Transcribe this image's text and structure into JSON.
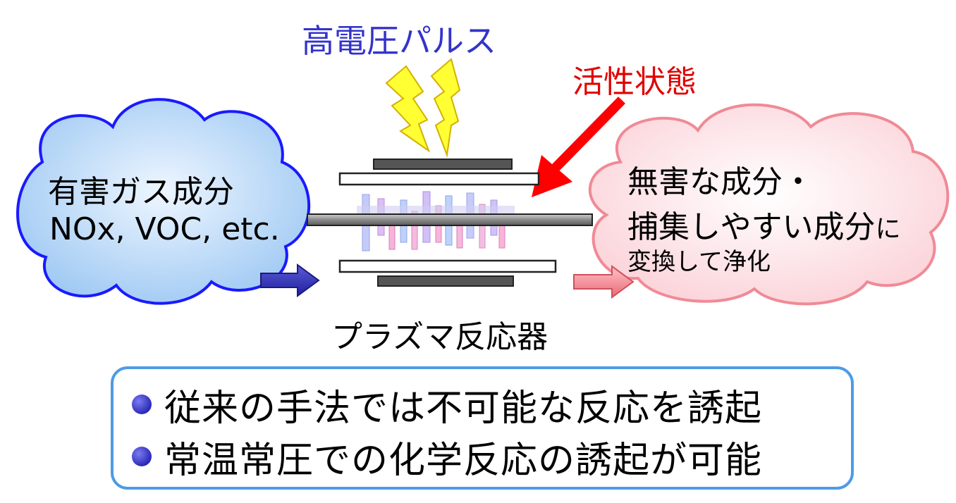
{
  "labels": {
    "high_voltage": "高電圧パルス",
    "active_state": "活性状態",
    "harmful_gas_line1": "有害ガス成分",
    "harmful_gas_line2": "NOx, VOC, etc.",
    "output_line1": "無害な成分・",
    "output_line2_main": "捕集しやすい成分",
    "output_line2_small": "に",
    "output_line3": "変換して浄化",
    "reactor": "プラズマ反応器"
  },
  "bullets": [
    "従来の手法では不可能な反応を誘起",
    "常温常圧での化学反応の誘起が可能"
  ],
  "colors": {
    "high_voltage_text": "#3333cc",
    "active_state_text": "#e00000",
    "active_arrow": "#ff0000",
    "input_cloud_fill": "#b3d6f7",
    "input_cloud_stroke": "#1a1aff",
    "output_cloud_fill": "#fde0e4",
    "output_cloud_stroke": "#f08a96",
    "input_arrow": "#2b2bbb",
    "output_arrow": "#f07d86",
    "box_border": "#4d9be6",
    "lightning": "#ffff33"
  },
  "icons": {
    "lightning": "lightning-bolt-icon",
    "bullet": "bullet-dot-icon"
  }
}
